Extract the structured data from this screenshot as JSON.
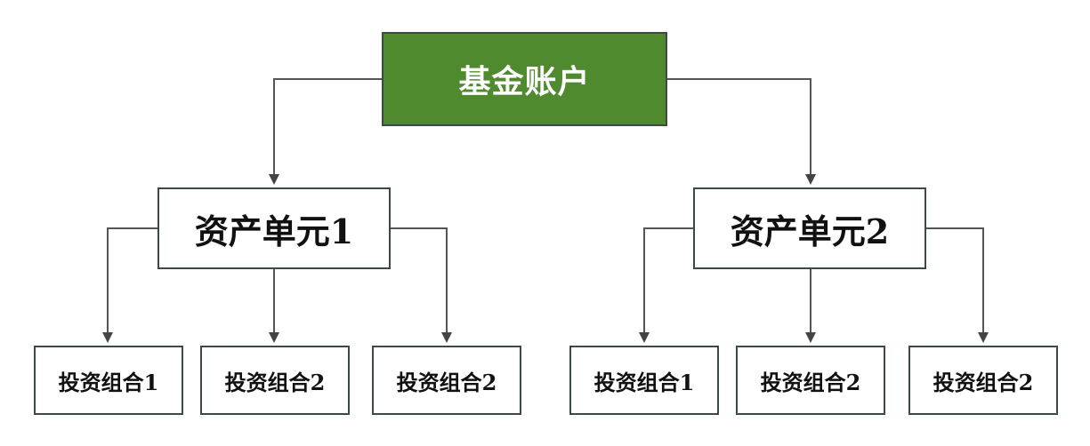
{
  "root": {
    "label": "基金账户",
    "color": "#4f8a2f"
  },
  "units": [
    {
      "label": "资产单元1",
      "portfolios": [
        {
          "label": "投资组合1"
        },
        {
          "label": "投资组合2"
        },
        {
          "label": "投资组合2"
        }
      ]
    },
    {
      "label": "资产单元2",
      "portfolios": [
        {
          "label": "投资组合1"
        },
        {
          "label": "投资组合2"
        },
        {
          "label": "投资组合2"
        }
      ]
    }
  ],
  "connector_color": "#555555"
}
